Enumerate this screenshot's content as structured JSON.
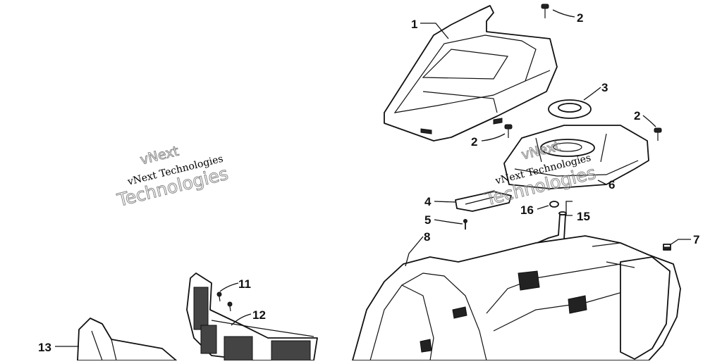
{
  "callouts": [
    {
      "id": "1",
      "text": "1"
    },
    {
      "id": "2a",
      "text": "2"
    },
    {
      "id": "2b",
      "text": "2"
    },
    {
      "id": "2c",
      "text": "2"
    },
    {
      "id": "3",
      "text": "3"
    },
    {
      "id": "4",
      "text": "4"
    },
    {
      "id": "5",
      "text": "5"
    },
    {
      "id": "6",
      "text": "6"
    },
    {
      "id": "7",
      "text": "7"
    },
    {
      "id": "8",
      "text": "8"
    },
    {
      "id": "11",
      "text": "11"
    },
    {
      "id": "12",
      "text": "12"
    },
    {
      "id": "13",
      "text": "13"
    },
    {
      "id": "15",
      "text": "15"
    },
    {
      "id": "16",
      "text": "16"
    }
  ],
  "watermark": {
    "brand_top": "vNext",
    "brand_small": "vNext Technologies",
    "brand_large": "Technologies"
  }
}
